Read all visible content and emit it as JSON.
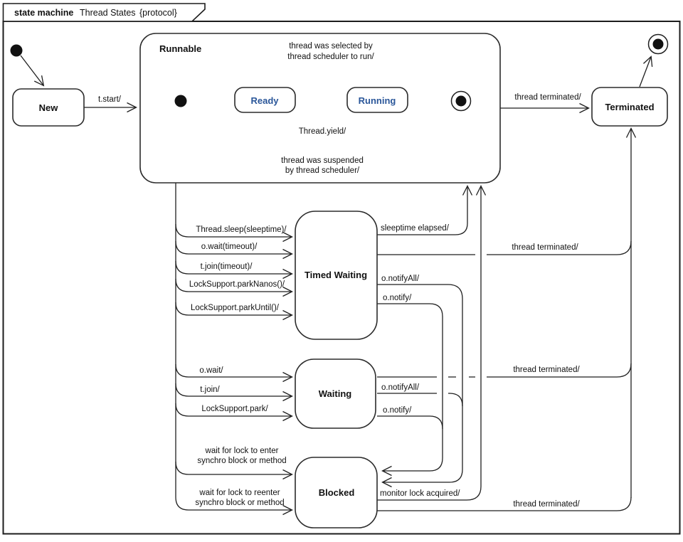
{
  "diagram": {
    "kind": "state machine",
    "name": "Thread States",
    "qualifier": "{protocol}"
  },
  "colors": {
    "line": "#1f1f1f",
    "state_border": "#2b2b2b",
    "state_fill": "#ffffff",
    "substate_text": "#2a5699"
  },
  "states": {
    "new": "New",
    "runnable": "Runnable",
    "ready": "Ready",
    "running": "Running",
    "timed_waiting": "Timed Waiting",
    "waiting": "Waiting",
    "blocked": "Blocked",
    "terminated": "Terminated"
  },
  "transitions": {
    "t_start": "t.start/",
    "selected_line1": "thread was selected by",
    "selected_line2": "thread scheduler to run/",
    "yield": "Thread.yield/",
    "suspended_line1": "thread was suspended",
    "suspended_line2": "by thread scheduler/",
    "terminated_from_runnable": "thread terminated/",
    "sleep": "Thread.sleep(sleeptime)/",
    "wait_timeout": "o.wait(timeout)/",
    "join_timeout": "t.join(timeout)/",
    "park_nanos": "LockSupport.parkNanos()/",
    "park_until": "LockSupport.parkUntil()/",
    "sleeptime_elapsed": "sleeptime elapsed/",
    "terminated_from_timed_waiting": "thread terminated/",
    "notify_all_from_timed_waiting": "o.notifyAll/",
    "notify_from_timed_waiting": "o.notify/",
    "o_wait": "o.wait/",
    "t_join": "t.join/",
    "lock_support_park": "LockSupport.park/",
    "notify_all_from_waiting": "o.notifyAll/",
    "notify_from_waiting": "o.notify/",
    "terminated_from_waiting": "thread terminated/",
    "wait_enter_line1": "wait for lock to enter",
    "wait_enter_line2": "synchro block or method",
    "wait_reenter_line1": "wait for lock to reenter",
    "wait_reenter_line2": "synchro block or method",
    "monitor_lock_acquired": "monitor lock acquired/",
    "terminated_from_blocked": "thread terminated/"
  }
}
